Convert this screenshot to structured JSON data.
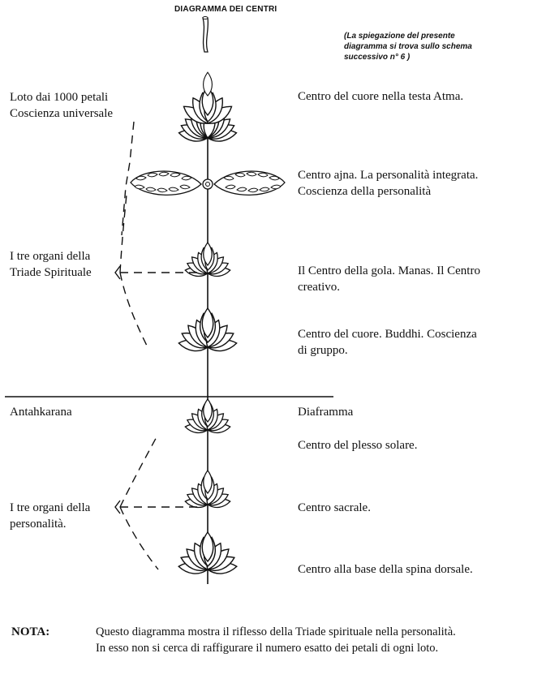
{
  "title": "DIAGRAMMA DEI CENTRI",
  "top_note": [
    "(La spiegazione del presente",
    "diagramma si trova sullo schema",
    "successivo n° 6 )"
  ],
  "left_labels": {
    "loto": [
      "Loto dai 1000 petali",
      "Coscienza universale"
    ],
    "triade": [
      "I tre organi della",
      "Triade Spirituale"
    ],
    "antahkarana": "Antahkarana",
    "personalita": [
      "I tre organi della",
      "personalità."
    ]
  },
  "right_labels": {
    "cuore_testa": "Centro del cuore nella testa Atma.",
    "ajna": [
      "Centro ajna. La personalità integrata.",
      "Coscienza della personalità"
    ],
    "gola": [
      "Il Centro della gola. Manas. Il Centro",
      "creativo."
    ],
    "cuore": [
      "Centro del cuore. Buddhi.  Coscienza",
      "di gruppo."
    ],
    "diaframma": "Diaframma",
    "plesso": "Centro del plesso solare.",
    "sacrale": "Centro sacrale.",
    "base": "Centro alla base della spina dorsale."
  },
  "nota": {
    "label": "NOTA:",
    "lines": [
      "Questo diagramma mostra il riflesso della Triade spirituale nella personalità.",
      "In esso non si cerca di raffigurare il numero esatto dei petali di ogni loto."
    ]
  },
  "colors": {
    "ink": "#111111",
    "paper": "#ffffff"
  }
}
